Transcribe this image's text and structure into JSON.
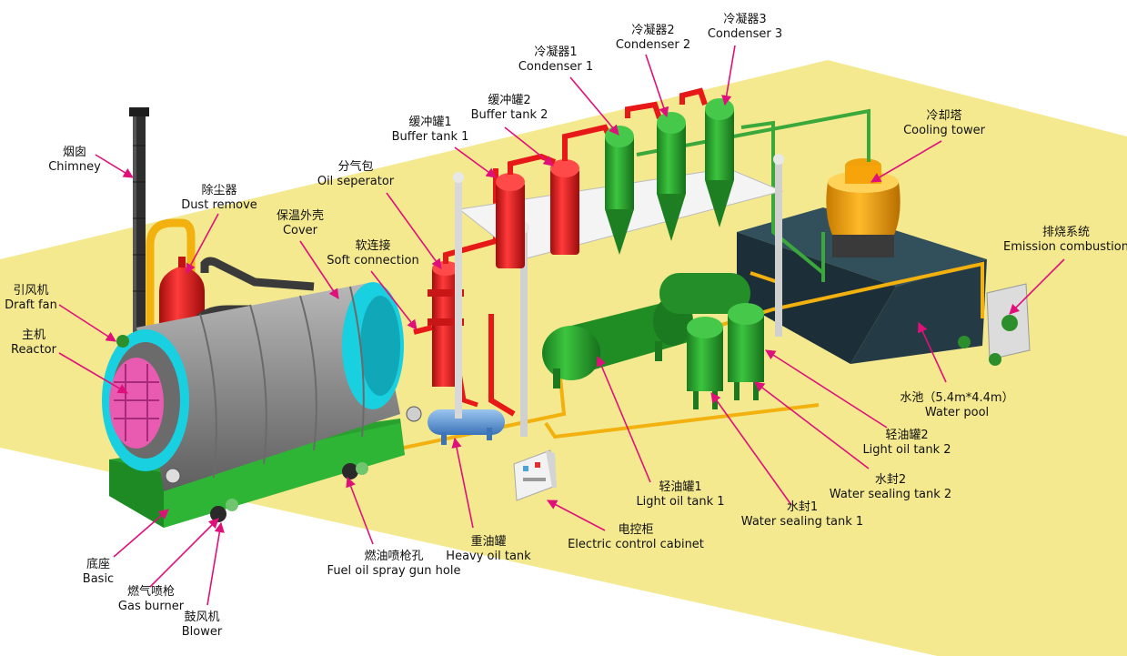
{
  "labels": {
    "chimney": {
      "zh": "烟囱",
      "en": "Chimney"
    },
    "dust_remove": {
      "zh": "除尘器",
      "en": "Dust remove"
    },
    "draft_fan": {
      "zh": "引风机",
      "en": "Draft fan"
    },
    "reactor": {
      "zh": "主机",
      "en": "Reactor"
    },
    "cover": {
      "zh": "保温外壳",
      "en": "Cover"
    },
    "soft_connection": {
      "zh": "软连接",
      "en": "Soft connection"
    },
    "oil_separator": {
      "zh": "分气包",
      "en": "Oil seperator"
    },
    "buffer_tank_1": {
      "zh": "缓冲罐1",
      "en": "Buffer tank 1"
    },
    "buffer_tank_2": {
      "zh": "缓冲罐2",
      "en": "Buffer tank 2"
    },
    "condenser_1": {
      "zh": "冷凝器1",
      "en": "Condenser 1"
    },
    "condenser_2": {
      "zh": "冷凝器2",
      "en": "Condenser 2"
    },
    "condenser_3": {
      "zh": "冷凝器3",
      "en": "Condenser 3"
    },
    "cooling_tower": {
      "zh": "冷却塔",
      "en": "Cooling tower"
    },
    "emission_combustion": {
      "zh": "排烧系统",
      "en": "Emission combustion"
    },
    "water_pool": {
      "zh": "水池（5.4m*4.4m）",
      "en": "Water pool"
    },
    "light_oil_tank_2": {
      "zh": "轻油罐2",
      "en": "Light oil tank 2"
    },
    "water_sealing_tank_2": {
      "zh": "水封2",
      "en": "Water sealing tank 2"
    },
    "water_sealing_tank_1": {
      "zh": "水封1",
      "en": "Water sealing tank 1"
    },
    "light_oil_tank_1": {
      "zh": "轻油罐1",
      "en": "Light oil tank 1"
    },
    "electric_control_cabinet": {
      "zh": "电控柜",
      "en": "Electric control cabinet"
    },
    "heavy_oil_tank": {
      "zh": "重油罐",
      "en": "Heavy oil tank"
    },
    "fuel_oil_spray_gun_hole": {
      "zh": "燃油喷枪孔",
      "en": "Fuel oil spray gun hole"
    },
    "basic": {
      "zh": "底座",
      "en": "Basic"
    },
    "gas_burner": {
      "zh": "燃气喷枪",
      "en": "Gas burner"
    },
    "blower": {
      "zh": "鼓风机",
      "en": "Blower"
    }
  },
  "colors": {
    "floor": "#f4e98f",
    "arrow": "#e0107a",
    "pipe_red": "#e61818",
    "vessel_green": "#25a82a",
    "reactor_gray": "#8e8e8e",
    "ring_cyan": "#19d0e0",
    "door_magenta": "#e85bb0",
    "pipe_yellow": "#f2b10e",
    "tower_orange": "#f7a30a",
    "pool_dark": "#1f3440",
    "chimney_dark": "#2e2e2e"
  }
}
